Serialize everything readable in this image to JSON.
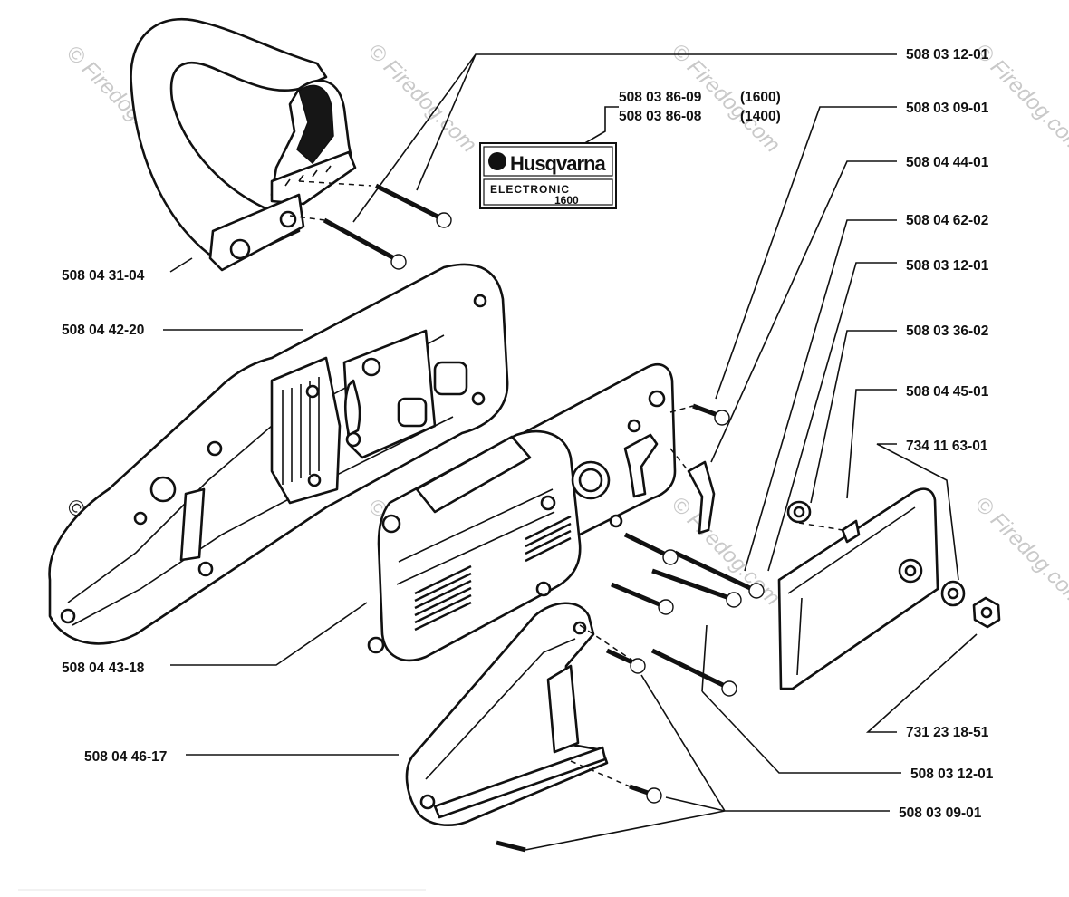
{
  "watermark": "© Firedog.com",
  "decal": {
    "part_numbers": [
      "508 03 86-09",
      "508 03 86-08"
    ],
    "variants": [
      "(1600)",
      "(1400)"
    ],
    "brand": "Husqvarna",
    "line1": "ELECTRONIC",
    "line2": "1600"
  },
  "labels_left": [
    "508 04 31-04",
    "508 04 42-20",
    "508 04 43-18",
    "508 04 46-17"
  ],
  "labels_right": [
    "508 03 12-01",
    "508 03 09-01",
    "508 04 44-01",
    "508 04 62-02",
    "508 03 12-01",
    "508 03 36-02",
    "508 04 45-01",
    "734 11 63-01",
    "731 23 18-51",
    "508 03 12-01",
    "508 03 09-01"
  ]
}
